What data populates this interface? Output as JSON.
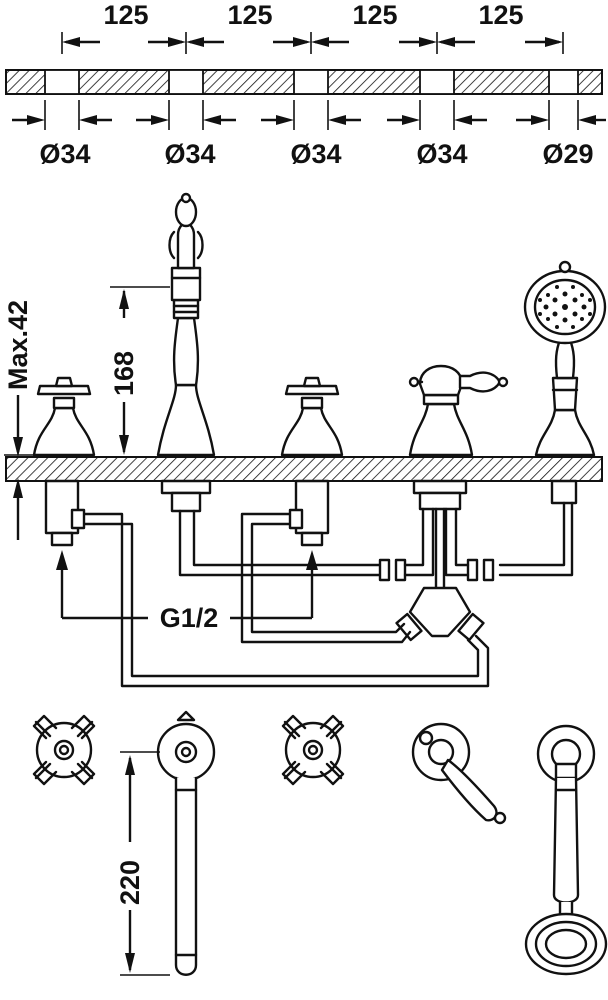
{
  "spacing": [
    "125",
    "125",
    "125",
    "125"
  ],
  "diameters": [
    "Ø34",
    "Ø34",
    "Ø34",
    "Ø34",
    "Ø29"
  ],
  "heights": {
    "max_deck": "Max.42",
    "spout_height": "168",
    "spout_length": "220"
  },
  "connection": "G1/2"
}
